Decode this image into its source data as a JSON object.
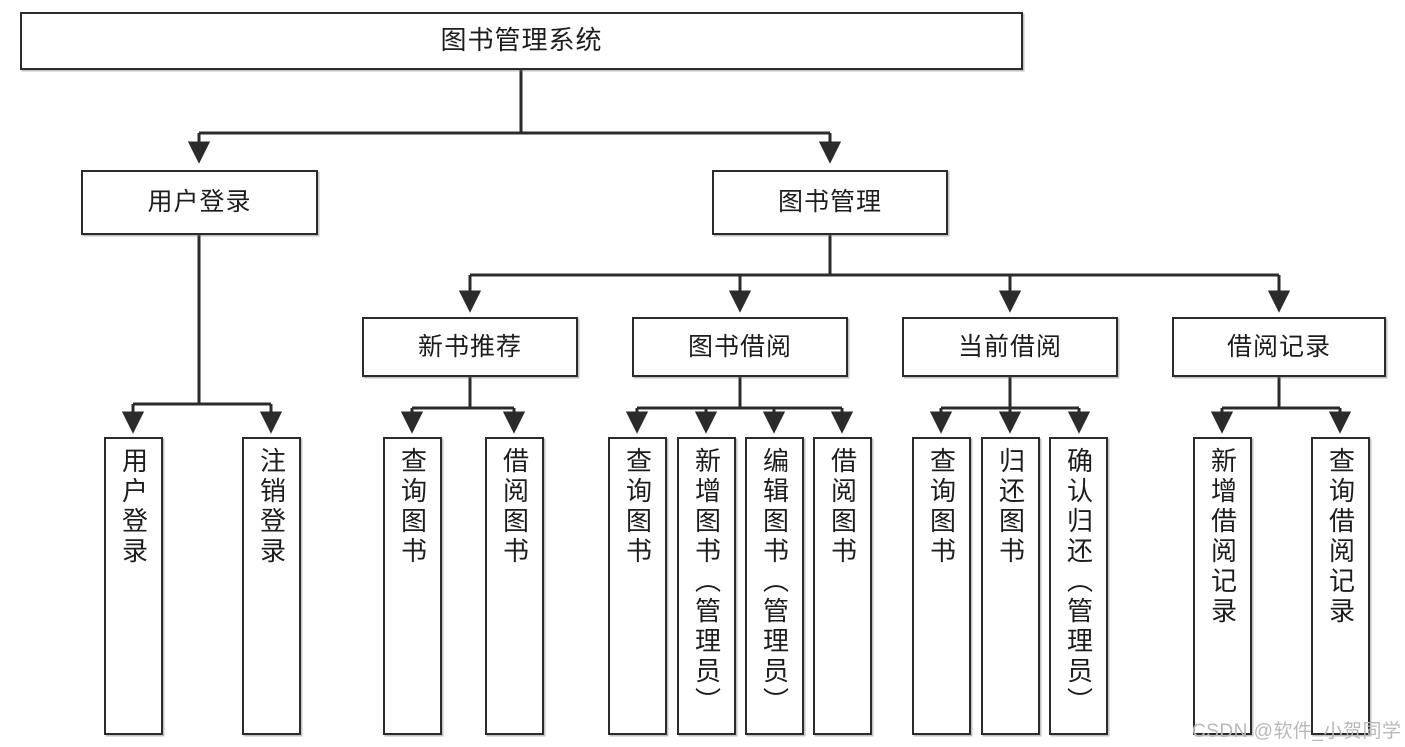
{
  "diagram": {
    "title": "图书管理系统",
    "type": "tree",
    "colors": {
      "stroke": "#2b2b2b",
      "fill": "#ffffff",
      "text": "#1d1d1d",
      "watermark": "#b9b9b9"
    },
    "levels": {
      "level1": {
        "label": "图书管理系统"
      },
      "level2": [
        {
          "label": "用户登录"
        },
        {
          "label": "图书管理"
        }
      ],
      "level3": [
        {
          "label": "新书推荐"
        },
        {
          "label": "图书借阅"
        },
        {
          "label": "当前借阅"
        },
        {
          "label": "借阅记录"
        }
      ],
      "level4": {
        "user_login": [
          {
            "label": "用户登录"
          },
          {
            "label": "注销登录"
          }
        ],
        "new_book_recommend": [
          {
            "label": "查询图书"
          },
          {
            "label": "借阅图书"
          }
        ],
        "book_borrow": [
          {
            "label": "查询图书"
          },
          {
            "label": "新增图书（管理员）"
          },
          {
            "label": "编辑图书（管理员）"
          },
          {
            "label": "借阅图书"
          }
        ],
        "current_borrow": [
          {
            "label": "查询图书"
          },
          {
            "label": "归还图书"
          },
          {
            "label": "确认归还（管理员）"
          }
        ],
        "borrow_record": [
          {
            "label": "新增借阅记录"
          },
          {
            "label": "查询借阅记录"
          }
        ]
      }
    }
  },
  "watermark": {
    "text": "CSDN @软件_小贺同学"
  }
}
